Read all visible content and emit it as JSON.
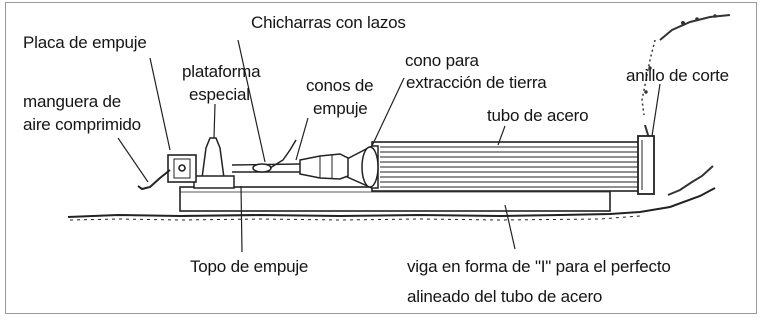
{
  "labels": {
    "placa_empuje": "Placa de empuje",
    "chicharras": "Chicharras con lazos",
    "plataforma_l1": "plataforma",
    "plataforma_l2": "especial",
    "conos_empuje_l1": "conos de",
    "conos_empuje_l2": "empuje",
    "cono_extraccion_l1": "cono para",
    "cono_extraccion_l2": "extracción de tierra",
    "anillo_corte": "anillo de corte",
    "manguera_l1": "manguera de",
    "manguera_l2": "aire comprimido",
    "tubo_acero": "tubo de acero",
    "topo_empuje": "Topo de empuje",
    "viga_l1": "viga en forma de \"I\" para el perfecto",
    "viga_l2": "alineado del tubo de acero"
  },
  "colors": {
    "ink": "#151515",
    "border": "#9a9a9a",
    "background": "#ffffff"
  }
}
